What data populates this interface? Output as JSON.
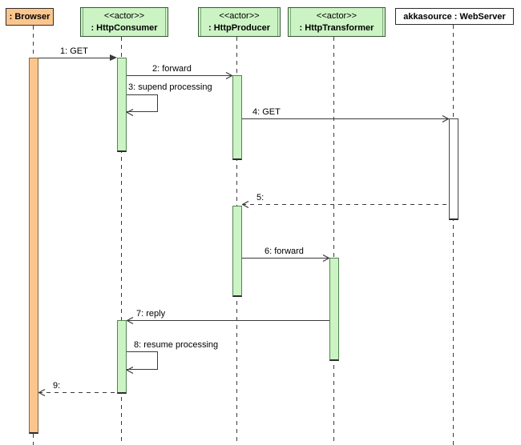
{
  "diagram": {
    "type": "uml-sequence-diagram",
    "participants": [
      {
        "name": ": Browser"
      },
      {
        "stereotype": "<<actor>>",
        "name": ": HttpConsumer"
      },
      {
        "stereotype": "<<actor>>",
        "name": ": HttpProducer"
      },
      {
        "stereotype": "<<actor>>",
        "name": ": HttpTransformer"
      },
      {
        "name": "akkasource : WebServer"
      }
    ],
    "messages": [
      {
        "label": "1: GET",
        "from": ": Browser",
        "to": ": HttpConsumer",
        "style": "solid-filled-arrow"
      },
      {
        "label": "2: forward",
        "from": ": HttpConsumer",
        "to": ": HttpProducer",
        "style": "solid-open-arrow"
      },
      {
        "label": "3: supend processing",
        "from": ": HttpConsumer",
        "to": ": HttpConsumer",
        "style": "self-message"
      },
      {
        "label": "4: GET",
        "from": ": HttpProducer",
        "to": "akkasource : WebServer",
        "style": "solid-open-arrow"
      },
      {
        "label": "5:",
        "from": "akkasource : WebServer",
        "to": ": HttpProducer",
        "style": "dashed-return"
      },
      {
        "label": "6: forward",
        "from": ": HttpProducer",
        "to": ": HttpTransformer",
        "style": "solid-open-arrow"
      },
      {
        "label": "7: reply",
        "from": ": HttpTransformer",
        "to": ": HttpConsumer",
        "style": "solid-open-arrow"
      },
      {
        "label": "8: resume processing",
        "from": ": HttpConsumer",
        "to": ": HttpConsumer",
        "style": "self-message"
      },
      {
        "label": "9:",
        "from": ": HttpConsumer",
        "to": ": Browser",
        "style": "dashed-return"
      }
    ],
    "colors": {
      "browser-fill": "#fbc68e",
      "actor-fill": "#cbf3c3",
      "server-fill": "#ffffff",
      "line": "#3a3a3a"
    }
  }
}
